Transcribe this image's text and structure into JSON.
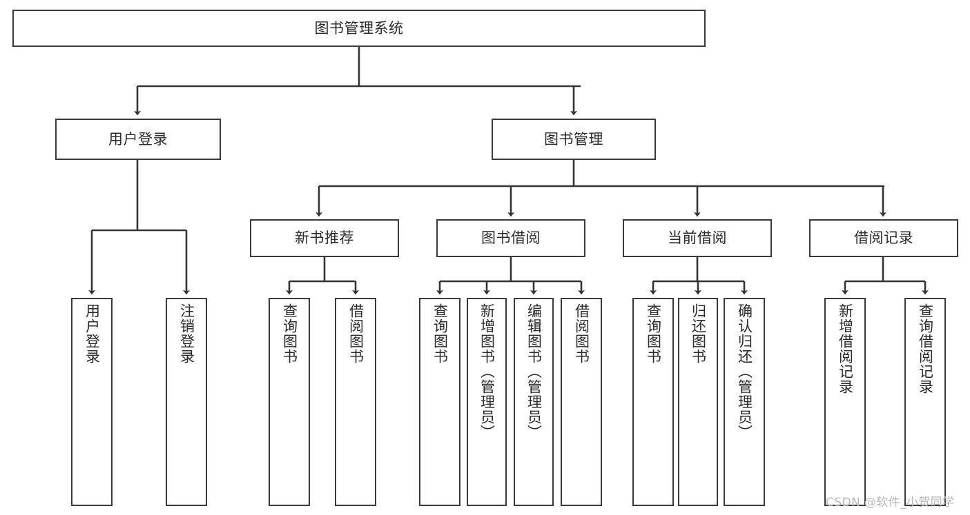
{
  "diagram": {
    "type": "hierarchy-tree",
    "title": "图书管理系统",
    "levels": 4,
    "nodes": {
      "root": {
        "label": "图书管理系统"
      },
      "level2": [
        {
          "id": "user-login",
          "label": "用户登录"
        },
        {
          "id": "book-manage",
          "label": "图书管理"
        }
      ],
      "level3": [
        {
          "id": "new-book-recommend",
          "label": "新书推荐"
        },
        {
          "id": "book-borrow",
          "label": "图书借阅"
        },
        {
          "id": "current-borrow",
          "label": "当前借阅"
        },
        {
          "id": "borrow-record",
          "label": "借阅记录"
        }
      ],
      "leaves": {
        "user-login": [
          {
            "id": "leaf-user-login",
            "label": "用户登录"
          },
          {
            "id": "leaf-logout-login",
            "label": "注销登录"
          }
        ],
        "new-book-recommend": [
          {
            "id": "leaf-query-book-1",
            "label": "查询图书"
          },
          {
            "id": "leaf-borrow-book-1",
            "label": "借阅图书"
          }
        ],
        "book-borrow": [
          {
            "id": "leaf-query-book-2",
            "label": "查询图书"
          },
          {
            "id": "leaf-add-book",
            "label": "新增图书（管理员）"
          },
          {
            "id": "leaf-edit-book",
            "label": "编辑图书（管理员）"
          },
          {
            "id": "leaf-borrow-book-2",
            "label": "借阅图书"
          }
        ],
        "current-borrow": [
          {
            "id": "leaf-query-book-3",
            "label": "查询图书"
          },
          {
            "id": "leaf-return-book",
            "label": "归还图书"
          },
          {
            "id": "leaf-confirm-return",
            "label": "确认归还（管理员）"
          }
        ],
        "borrow-record": [
          {
            "id": "leaf-add-record",
            "label": "新增借阅记录"
          },
          {
            "id": "leaf-query-record",
            "label": "查询借阅记录"
          }
        ]
      }
    },
    "colors": {
      "border": "#3a3a3a",
      "text": "#2b2b2b",
      "background": "#ffffff",
      "edge": "#333333",
      "watermark": "#b9b9b9"
    }
  },
  "watermark": {
    "text": "CSDN @软件_小贺同学"
  }
}
